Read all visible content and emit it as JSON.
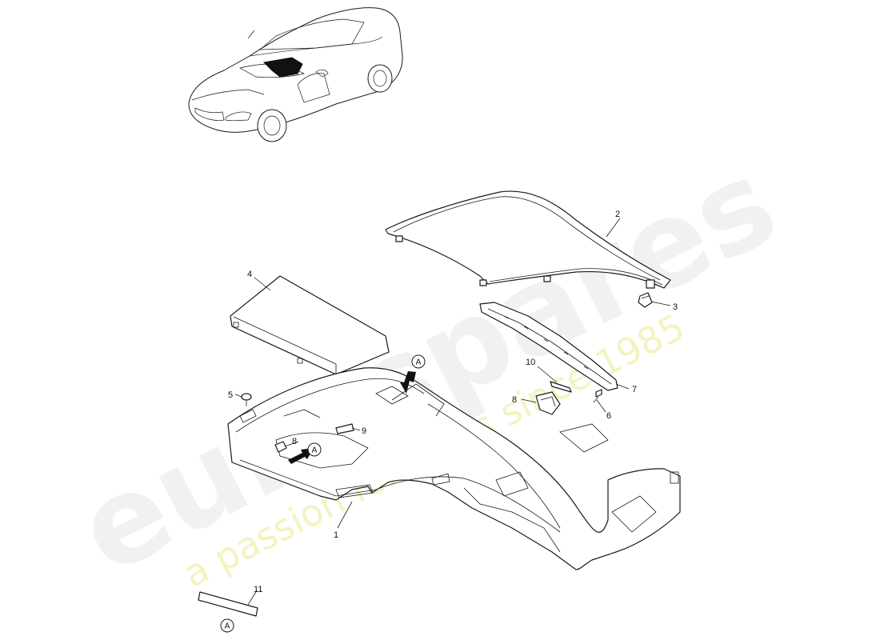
{
  "watermark": {
    "logo": "eurospares",
    "tagline": "a passion for parts since 1985"
  },
  "callouts": [
    {
      "id": "c1",
      "label": "1"
    },
    {
      "id": "c2",
      "label": "2"
    },
    {
      "id": "c3",
      "label": "3"
    },
    {
      "id": "c4",
      "label": "4"
    },
    {
      "id": "c5",
      "label": "5"
    },
    {
      "id": "c6",
      "label": "6"
    },
    {
      "id": "c7",
      "label": "7"
    },
    {
      "id": "c8a",
      "label": "8"
    },
    {
      "id": "c8b",
      "label": "8"
    },
    {
      "id": "c9",
      "label": "9"
    },
    {
      "id": "c10",
      "label": "10"
    },
    {
      "id": "c11",
      "label": "11"
    }
  ],
  "view_refs": [
    {
      "id": "r1",
      "letter": "A"
    },
    {
      "id": "r2",
      "letter": "A"
    },
    {
      "id": "r3",
      "letter": "A"
    }
  ],
  "colors": {
    "line": "#1a1a1a",
    "watermark_logo": "#ececec",
    "watermark_tagline": "#f1f0b2"
  }
}
